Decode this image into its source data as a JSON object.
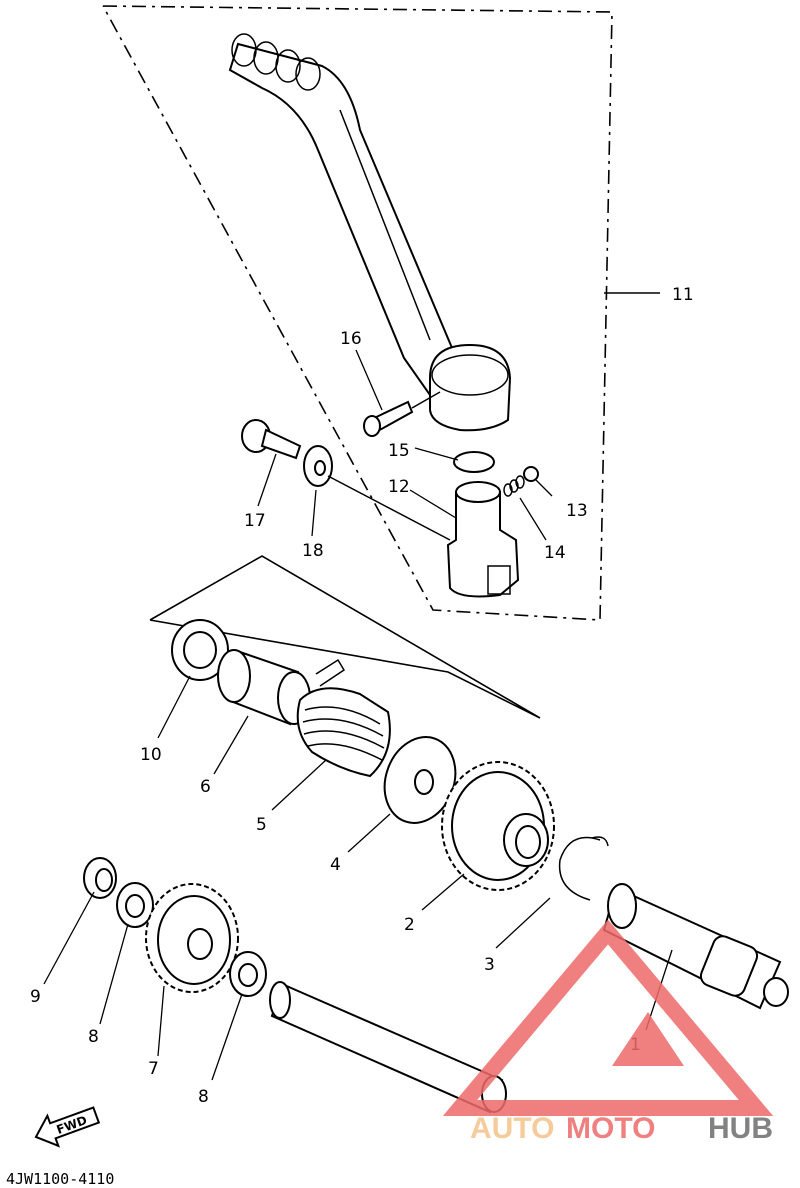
{
  "diagram": {
    "diagram_code": "4JW1100-4110",
    "fwd_label": "FWD",
    "part_labels": {
      "p1": "1",
      "p2": "2",
      "p3": "3",
      "p4": "4",
      "p5": "5",
      "p6": "6",
      "p7": "7",
      "p8a": "8",
      "p8b": "8",
      "p9": "9",
      "p10": "10",
      "p11": "11",
      "p12": "12",
      "p13": "13",
      "p14": "14",
      "p15": "15",
      "p16": "16",
      "p17": "17",
      "p18": "18"
    }
  },
  "watermark": {
    "part1": "AUTO",
    "part2": "MOTO",
    "part3": "HUB",
    "color_light": "#f5c38a",
    "color_red": "#ee6b6b",
    "color_dark": "#6d6d6d"
  }
}
